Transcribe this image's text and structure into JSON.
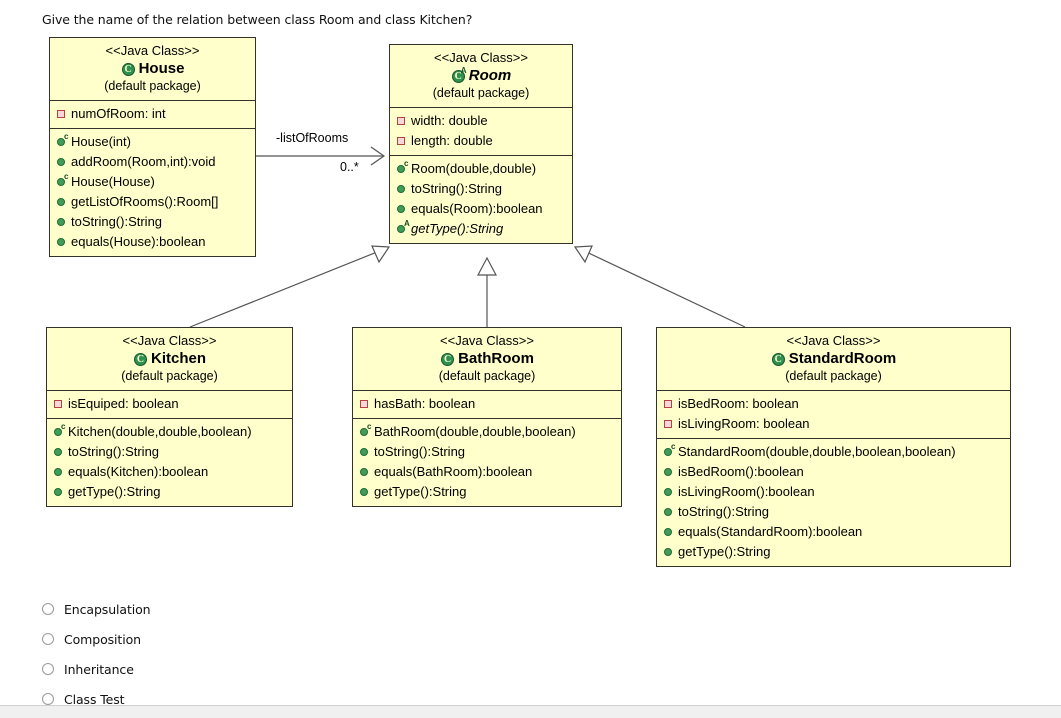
{
  "question": "Give the name of the relation between class Room and class Kitchen?",
  "diagram": {
    "stereotype": "<<Java Class>>",
    "package": "(default package)",
    "classes": [
      {
        "id": "house",
        "name": "House",
        "abstract": false,
        "icon": "java-class-icon",
        "fields": [
          {
            "text": "numOfRoom: int",
            "icon": "private-field-icon"
          }
        ],
        "methods": [
          {
            "text": "House(int)",
            "icon": "constructor-icon",
            "sup": "c",
            "abstract": false
          },
          {
            "text": "addRoom(Room,int):void",
            "icon": "method-icon",
            "sup": "",
            "abstract": false
          },
          {
            "text": "House(House)",
            "icon": "constructor-icon",
            "sup": "c",
            "abstract": false
          },
          {
            "text": "getListOfRooms():Room[]",
            "icon": "method-icon",
            "sup": "",
            "abstract": false
          },
          {
            "text": "toString():String",
            "icon": "method-icon",
            "sup": "",
            "abstract": false
          },
          {
            "text": "equals(House):boolean",
            "icon": "method-icon",
            "sup": "",
            "abstract": false
          }
        ]
      },
      {
        "id": "room",
        "name": "Room",
        "abstract": true,
        "icon": "java-abstract-class-icon",
        "fields": [
          {
            "text": "width: double",
            "icon": "private-field-icon"
          },
          {
            "text": "length: double",
            "icon": "private-field-icon"
          }
        ],
        "methods": [
          {
            "text": "Room(double,double)",
            "icon": "constructor-icon",
            "sup": "c",
            "abstract": false
          },
          {
            "text": "toString():String",
            "icon": "method-icon",
            "sup": "",
            "abstract": false
          },
          {
            "text": "equals(Room):boolean",
            "icon": "method-icon",
            "sup": "",
            "abstract": false
          },
          {
            "text": "getType():String",
            "icon": "abstract-method-icon",
            "sup": "A",
            "abstract": true
          }
        ]
      },
      {
        "id": "kitchen",
        "name": "Kitchen",
        "abstract": false,
        "icon": "java-class-icon",
        "fields": [
          {
            "text": "isEquiped: boolean",
            "icon": "private-field-icon"
          }
        ],
        "methods": [
          {
            "text": "Kitchen(double,double,boolean)",
            "icon": "constructor-icon",
            "sup": "c",
            "abstract": false
          },
          {
            "text": "toString():String",
            "icon": "method-icon",
            "sup": "",
            "abstract": false
          },
          {
            "text": "equals(Kitchen):boolean",
            "icon": "method-icon",
            "sup": "",
            "abstract": false
          },
          {
            "text": "getType():String",
            "icon": "method-icon",
            "sup": "",
            "abstract": false
          }
        ]
      },
      {
        "id": "bathroom",
        "name": "BathRoom",
        "abstract": false,
        "icon": "java-class-icon",
        "fields": [
          {
            "text": "hasBath: boolean",
            "icon": "private-field-icon"
          }
        ],
        "methods": [
          {
            "text": "BathRoom(double,double,boolean)",
            "icon": "constructor-icon",
            "sup": "c",
            "abstract": false
          },
          {
            "text": "toString():String",
            "icon": "method-icon",
            "sup": "",
            "abstract": false
          },
          {
            "text": "equals(BathRoom):boolean",
            "icon": "method-icon",
            "sup": "",
            "abstract": false
          },
          {
            "text": "getType():String",
            "icon": "method-icon",
            "sup": "",
            "abstract": false
          }
        ]
      },
      {
        "id": "standardroom",
        "name": "StandardRoom",
        "abstract": false,
        "icon": "java-class-icon",
        "fields": [
          {
            "text": "isBedRoom: boolean",
            "icon": "private-field-icon"
          },
          {
            "text": "isLivingRoom: boolean",
            "icon": "private-field-icon"
          }
        ],
        "methods": [
          {
            "text": "StandardRoom(double,double,boolean,boolean)",
            "icon": "constructor-icon",
            "sup": "c",
            "abstract": false
          },
          {
            "text": "isBedRoom():boolean",
            "icon": "method-icon",
            "sup": "",
            "abstract": false
          },
          {
            "text": "isLivingRoom():boolean",
            "icon": "method-icon",
            "sup": "",
            "abstract": false
          },
          {
            "text": "toString():String",
            "icon": "method-icon",
            "sup": "",
            "abstract": false
          },
          {
            "text": "equals(StandardRoom):boolean",
            "icon": "method-icon",
            "sup": "",
            "abstract": false
          },
          {
            "text": "getType():String",
            "icon": "method-icon",
            "sup": "",
            "abstract": false
          }
        ]
      }
    ],
    "relations": [
      {
        "id": "house-room",
        "type": "association",
        "from": "House",
        "to": "Room",
        "role_label": "-listOfRooms",
        "multiplicity": "0..*"
      },
      {
        "id": "kitchen-room",
        "type": "generalization",
        "from": "Kitchen",
        "to": "Room"
      },
      {
        "id": "bathroom-room",
        "type": "generalization",
        "from": "BathRoom",
        "to": "Room"
      },
      {
        "id": "standardroom-room",
        "type": "generalization",
        "from": "StandardRoom",
        "to": "Room"
      }
    ],
    "colors": {
      "class_fill": "#ffffcc",
      "class_border": "#32322a",
      "edge": "#555555",
      "class_icon": "#2e9150",
      "field_icon": "#b34242"
    }
  },
  "options": [
    {
      "label": "Encapsulation",
      "selected": false
    },
    {
      "label": "Composition",
      "selected": false
    },
    {
      "label": "Inheritance",
      "selected": false
    },
    {
      "label": "Class Test",
      "selected": false
    }
  ]
}
